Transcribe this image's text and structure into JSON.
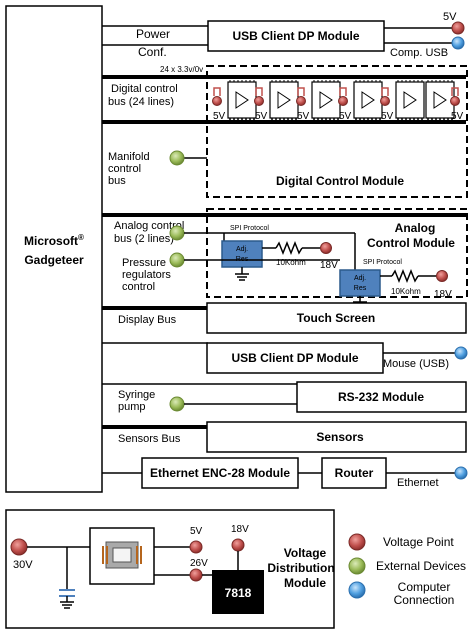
{
  "gadgeteer": {
    "name": "Microsoft",
    "reg": "®",
    "name2": "Gadgeteer"
  },
  "buses": {
    "power": "Power",
    "conf": "Conf.",
    "digital_voltage": "24 x 3.3v/0v",
    "digital_bus_line1": "Digital control",
    "digital_bus_line2": "bus (24 lines)",
    "manifold_line1": "Manifold",
    "manifold_line2": "control",
    "manifold_line3": "bus",
    "analog_bus_line1": "Analog control",
    "analog_bus_line2": "bus (2 lines)",
    "pressure_line1": "Pressure",
    "pressure_line2": "regulators",
    "pressure_line3": "control",
    "display_bus": "Display Bus",
    "syringe_line1": "Syringe",
    "syringe_line2": "pump",
    "sensors_bus": "Sensors Bus"
  },
  "modules": {
    "usb_dp_1": "USB Client DP Module",
    "digital_control": "Digital Control Module",
    "analog_line1": "Analog",
    "analog_line2": "Control Module",
    "touch_screen": "Touch Screen",
    "usb_dp_2": "USB Client DP Module",
    "rs232": "RS-232 Module",
    "sensors": "Sensors",
    "ethernet": "Ethernet ENC-28 Module",
    "router": "Router"
  },
  "labels": {
    "v5": "5V",
    "comp_usb": "Comp. USB",
    "mouse_usb": "Mouse (USB)",
    "ethernet": "Ethernet",
    "spi": "SPI Protocol",
    "adj_line1": "Adj.",
    "adj_line2": "Res",
    "kohm": "10Kohm",
    "v18": "18V"
  },
  "voltage_module": {
    "v30": "30V",
    "v5": "5V",
    "v18": "18V",
    "v26": "26V",
    "regulator": "7818",
    "title_line1": "Voltage",
    "title_line2": "Distribution",
    "title_line3": "Module"
  },
  "legend": {
    "voltage_point": "Voltage Point",
    "external_devices": "External Devices",
    "computer_line1": "Computer",
    "computer_line2": "Connection"
  },
  "colors": {
    "voltage_point": "#c0504d",
    "external_device": "#9bbb59",
    "computer_connection": "#4f9fe0",
    "resistor_box": "#4f81bd",
    "regulator_box": "#000000"
  }
}
